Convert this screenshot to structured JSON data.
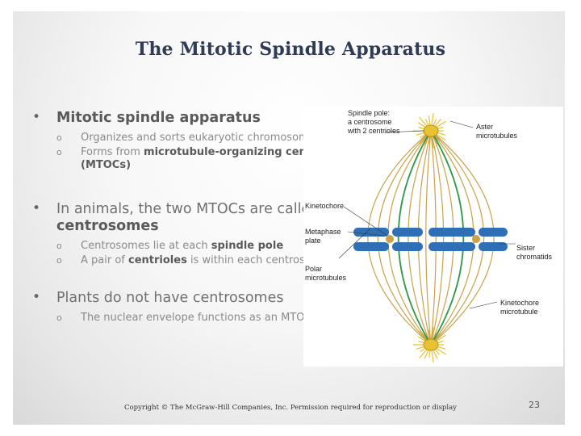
{
  "title": "The Mitotic Spindle Apparatus",
  "bullets": {
    "b1": "Mitotic spindle apparatus",
    "b1_s1": "Organizes and sorts eukaryotic chromosomes",
    "b1_s2_pre": "Forms from ",
    "b1_s2_bold": "microtubule-organizing centers (MTOCs)",
    "b2_pre": "In animals, the two MTOCs are called ",
    "b2_bold": "centrosomes",
    "b2_s1_pre": "Centrosomes lie at each ",
    "b2_s1_bold": "spindle pole",
    "b2_s2_pre": "A pair of ",
    "b2_s2_bold": "centrioles",
    "b2_s2_post": " is within each centrosome",
    "b3": "Plants do not have centrosomes",
    "b3_s1": "The nuclear envelope functions as an MTOC"
  },
  "figure_labels": {
    "spindle_pole_1": "Spindle pole:",
    "spindle_pole_2": "a centrosome",
    "spindle_pole_3": "with 2 centrioles",
    "aster_1": "Aster",
    "aster_2": "microtubules",
    "kinetochore": "Kinetochore",
    "metaphase_1": "Metaphase",
    "metaphase_2": "plate",
    "sister_1": "Sister",
    "sister_2": "chromatids",
    "polar_1": "Polar",
    "polar_2": "microtubules",
    "kmt_1": "Kinetochore",
    "kmt_2": "microtubule"
  },
  "copyright": "Copyright © The McGraw-Hill Companies, Inc. Permission required for reproduction or display",
  "page_number": "23",
  "colors": {
    "title": "#2f3b57",
    "microtubule": "#c9a24a",
    "kinetochore_microtubule": "#2e9a4a",
    "chromosome": "#2f6fb6",
    "centrosome": "#e8c233"
  }
}
